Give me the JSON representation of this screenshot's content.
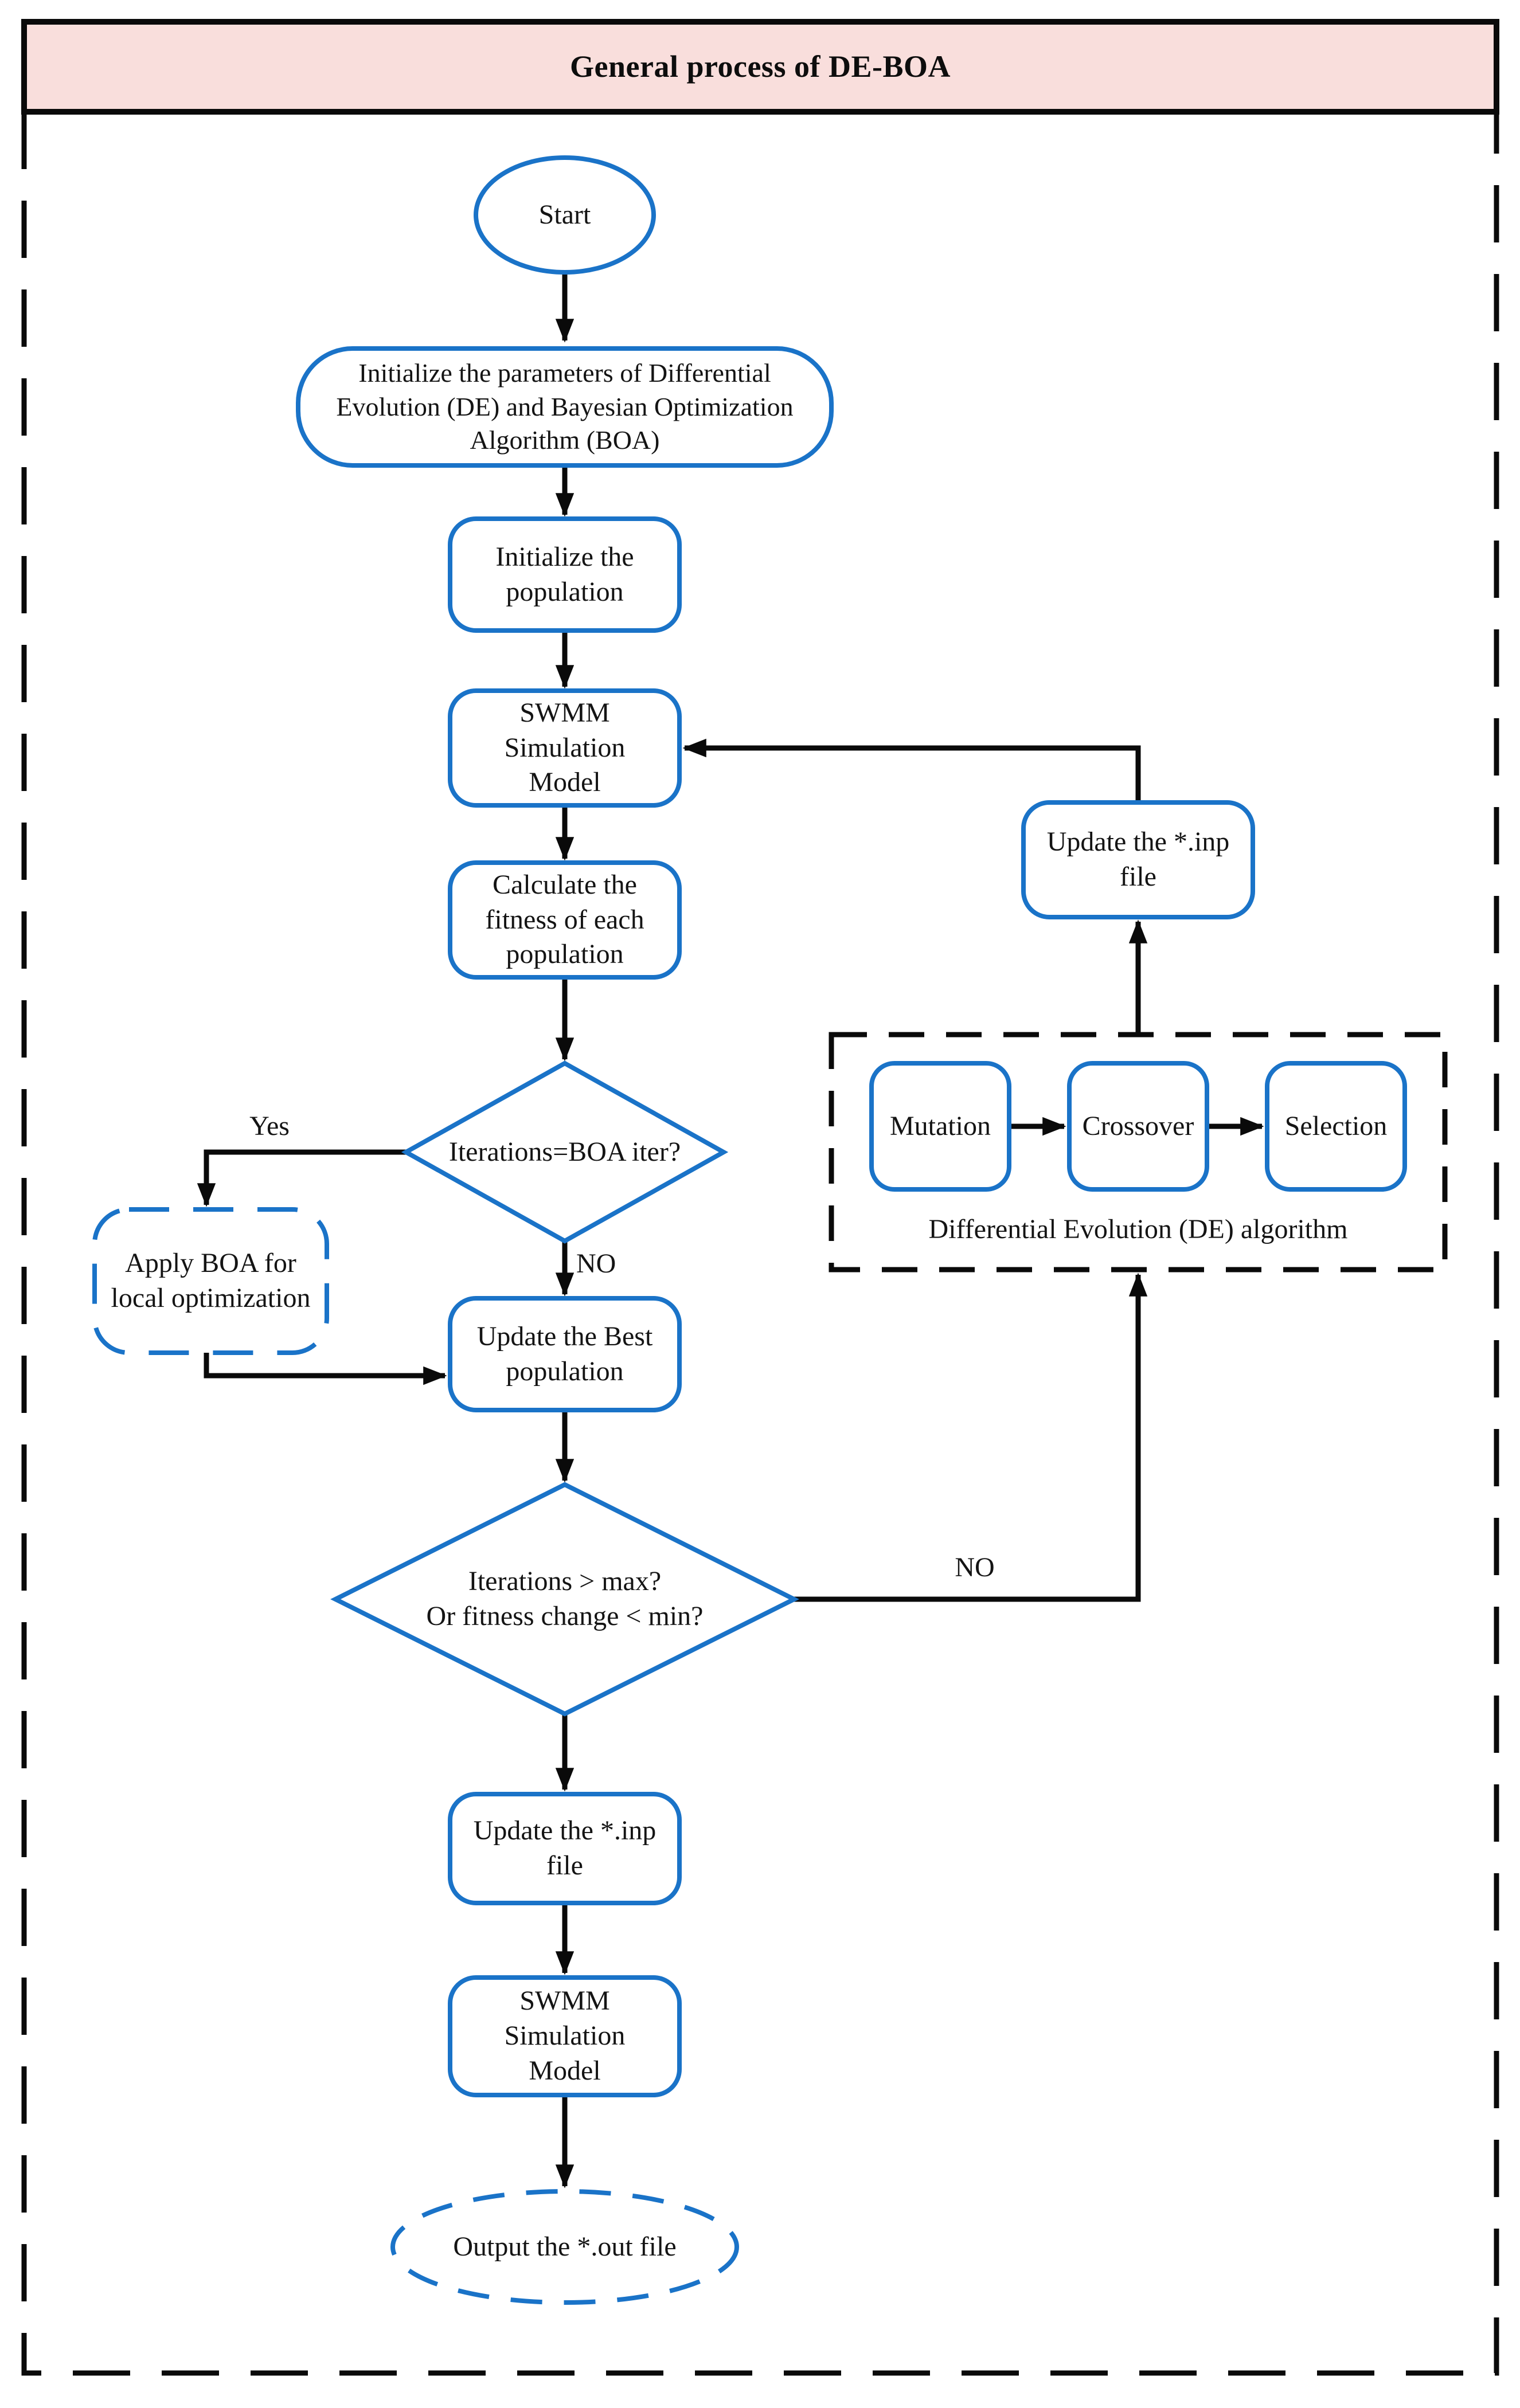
{
  "title": "General process of DE-BOA",
  "colors": {
    "accent_blue": "#1a73c8",
    "title_bg": "#f9dedc",
    "line_black": "#0a0a0a"
  },
  "nodes": {
    "start": {
      "label": "Start"
    },
    "init_params": {
      "lines": [
        "Initialize the parameters of Differential",
        "Evolution (DE) and Bayesian Optimization",
        "Algorithm (BOA)"
      ]
    },
    "init_pop": {
      "lines": [
        "Initialize the",
        "population"
      ]
    },
    "swmm1": {
      "lines": [
        "SWMM",
        "Simulation",
        "Model"
      ]
    },
    "calc_fitness": {
      "lines": [
        "Calculate the",
        "fitness of each",
        "population"
      ]
    },
    "decision_boa": {
      "label": "Iterations=BOA iter?"
    },
    "apply_boa": {
      "lines": [
        "Apply BOA for",
        "local optimization"
      ]
    },
    "update_best": {
      "lines": [
        "Update the Best",
        "population"
      ]
    },
    "decision_stop": {
      "lines": [
        "Iterations > max?",
        "Or fitness change < min?"
      ]
    },
    "update_inp_main": {
      "lines": [
        "Update the *.inp",
        "file"
      ]
    },
    "swmm2": {
      "lines": [
        "SWMM",
        "Simulation",
        "Model"
      ]
    },
    "output": {
      "label": "Output the *.out file"
    },
    "update_inp_loop": {
      "lines": [
        "Update the *.inp",
        "file"
      ]
    },
    "mutation": {
      "label": "Mutation"
    },
    "crossover": {
      "label": "Crossover"
    },
    "selection": {
      "label": "Selection"
    },
    "de_group": {
      "label": "Differential Evolution (DE) algorithm"
    }
  },
  "edge_labels": {
    "yes": "Yes",
    "no_boa": "NO",
    "no_stop": "NO"
  }
}
